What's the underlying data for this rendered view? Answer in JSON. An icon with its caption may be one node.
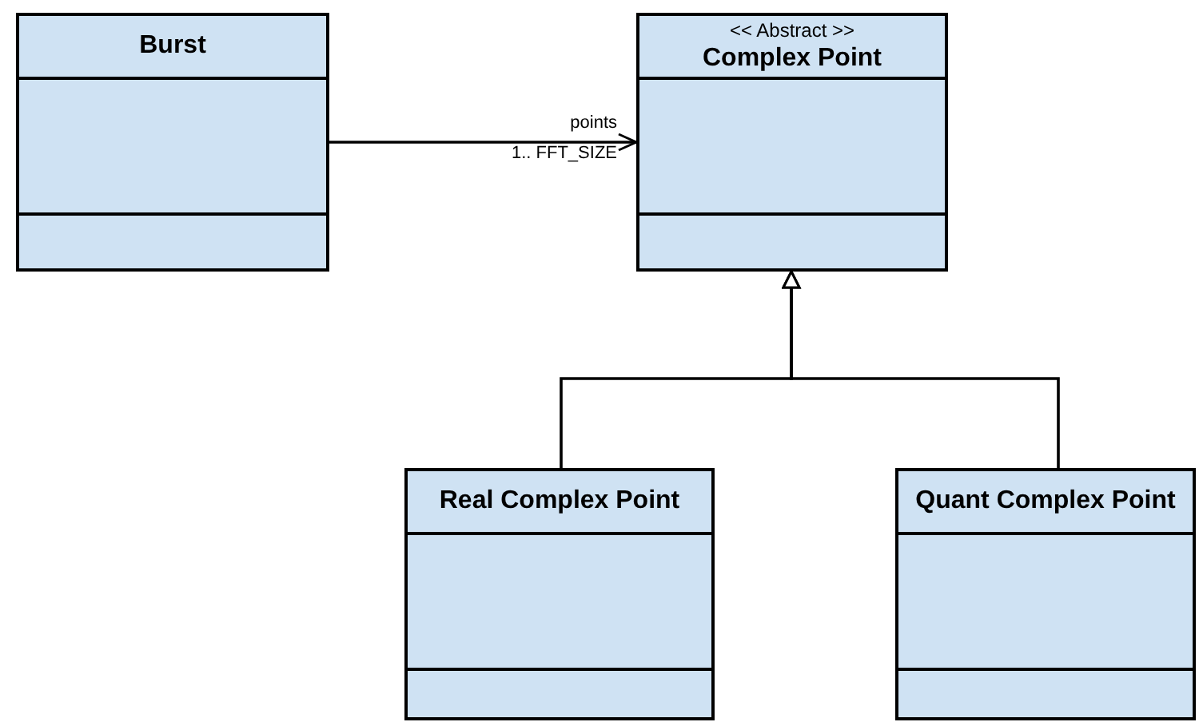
{
  "diagram": {
    "nodes": [
      {
        "text": [
          "Burst"
        ]
      },
      {
        "text": [
          "<< Abstract >>",
          "Complex Point"
        ]
      },
      {
        "text": [
          "Real Complex Point"
        ]
      },
      {
        "text": [
          "Quant Complex Point"
        ]
      }
    ],
    "edges": [
      {
        "from": 0,
        "to": 1,
        "arrow": "to",
        "label": "points"
      },
      {
        "from": 2,
        "to": 1,
        "arrow": "to"
      },
      {
        "from": 3,
        "to": 1,
        "arrow": "to"
      }
    ],
    "labels": [
      "1.. FFT_SIZE"
    ]
  }
}
